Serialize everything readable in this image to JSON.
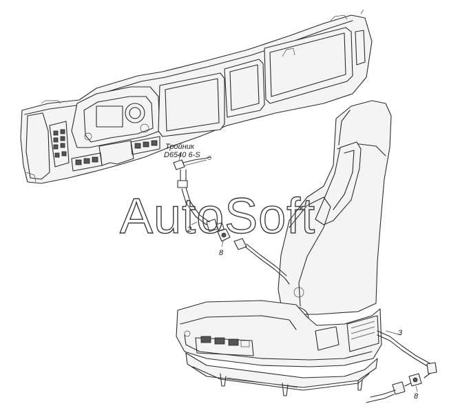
{
  "watermark": "AutoSoft",
  "labels": {
    "tee_name": "Тройник",
    "tee_code": "D6540 6-S",
    "callout_2": "2",
    "callout_3": "3",
    "callout_8a": "8",
    "callout_8b": "8"
  }
}
